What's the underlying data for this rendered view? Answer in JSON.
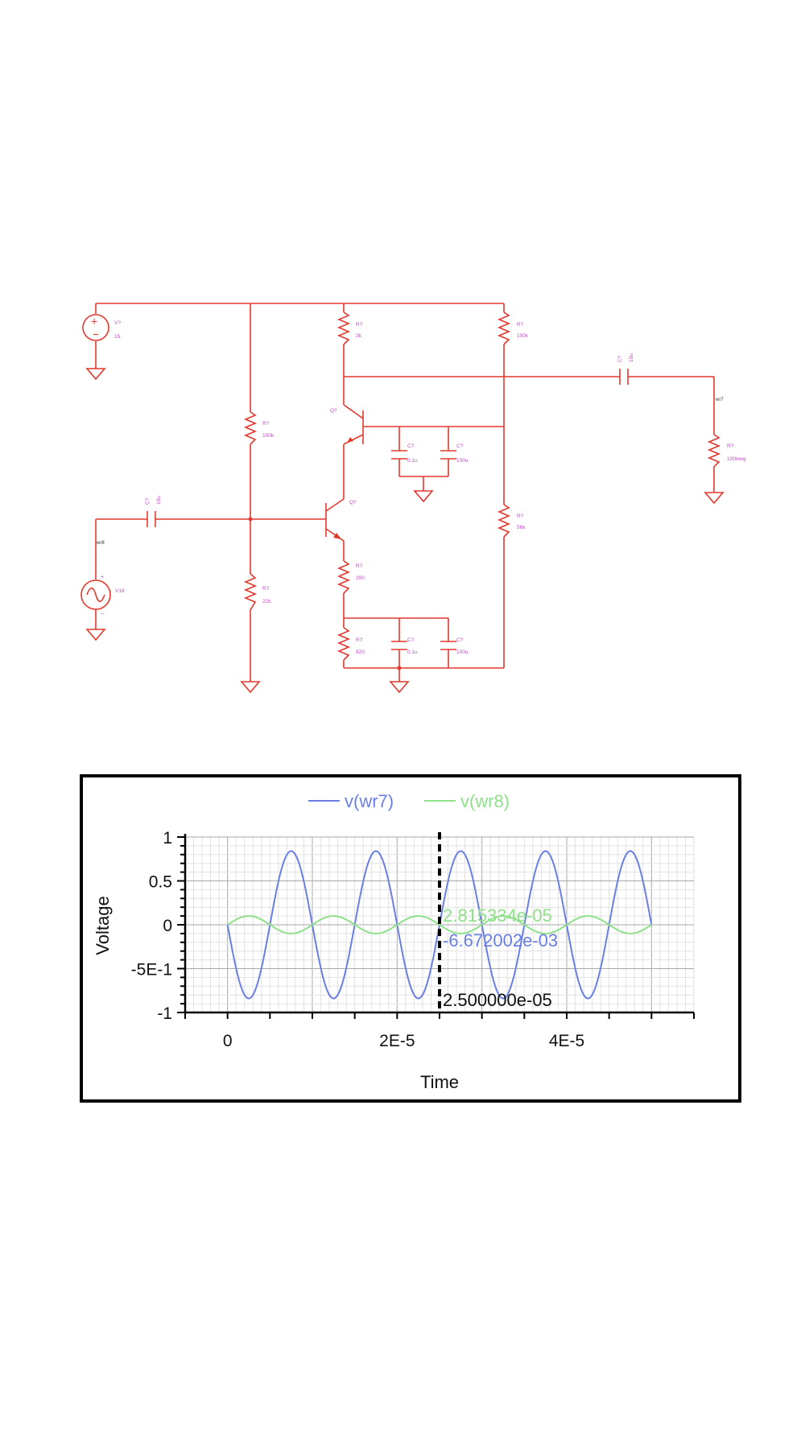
{
  "schematic": {
    "components": [
      {
        "id": "vdc",
        "ref": "V?",
        "value": "15"
      },
      {
        "id": "r-top-collector",
        "ref": "R?",
        "value": "2k"
      },
      {
        "id": "r-top-right",
        "ref": "R?",
        "value": "100k"
      },
      {
        "id": "c-out",
        "ref": "C?",
        "value": "10u"
      },
      {
        "id": "r-bias-upper",
        "ref": "R?",
        "value": "100k"
      },
      {
        "id": "q-upper",
        "ref": "Q?",
        "value": ""
      },
      {
        "id": "c-mid-a",
        "ref": "C?",
        "value": "0.1u"
      },
      {
        "id": "c-mid-b",
        "ref": "C?",
        "value": "100u"
      },
      {
        "id": "r-load",
        "ref": "R?",
        "value": "100meg"
      },
      {
        "id": "c-in",
        "ref": "C?",
        "value": "10u"
      },
      {
        "id": "q-lower",
        "ref": "Q?",
        "value": ""
      },
      {
        "id": "r-right-mid",
        "ref": "R?",
        "value": "56k"
      },
      {
        "id": "v-src",
        "ref": "V18",
        "value": ""
      },
      {
        "id": "r-emitter",
        "ref": "R?",
        "value": "200"
      },
      {
        "id": "r-bias-lower",
        "ref": "R?",
        "value": "22k"
      },
      {
        "id": "r-bottom",
        "ref": "R?",
        "value": "820"
      },
      {
        "id": "c-bot-a",
        "ref": "C?",
        "value": "0.1u"
      },
      {
        "id": "c-bot-b",
        "ref": "C?",
        "value": "100u"
      }
    ],
    "nets": {
      "output": "wr7",
      "input": "wr8"
    },
    "wire_color": "#e2382d",
    "label_color": "#c04bc8"
  },
  "chart_data": {
    "type": "line",
    "xlabel": "Time",
    "ylabel": "Voltage",
    "xlim": [
      -5e-06,
      5.5e-05
    ],
    "ylim": [
      -1,
      1
    ],
    "xticks": [
      0,
      2e-05,
      4e-05
    ],
    "xtick_labels": [
      "0",
      "2E-5",
      "4E-5"
    ],
    "yticks": [
      1,
      0.5,
      0,
      -0.5,
      -1
    ],
    "ytick_labels": [
      "1",
      "0.5",
      "0",
      "-5E-1",
      "-1"
    ],
    "grid": true,
    "legend_position": "top-center",
    "series": [
      {
        "name": "v(wr7)",
        "color": "#6a7fe6",
        "amplitude": 0.84,
        "period": 1e-05,
        "phase": "inverted",
        "t_start": 0,
        "t_end": 5e-05
      },
      {
        "name": "v(wr8)",
        "color": "#8fe08a",
        "amplitude": 0.1,
        "period": 1e-05,
        "phase": "normal",
        "t_start": 0,
        "t_end": 5e-05
      }
    ],
    "cursor": {
      "x": 2.5e-05,
      "x_label": "2.500000e-05",
      "readouts": [
        {
          "series": "v(wr8)",
          "text": "2.815334e-05",
          "color": "#8fe08a"
        },
        {
          "series": "v(wr7)",
          "text": "-6.672002e-03",
          "color": "#6a7fe6"
        }
      ]
    }
  }
}
